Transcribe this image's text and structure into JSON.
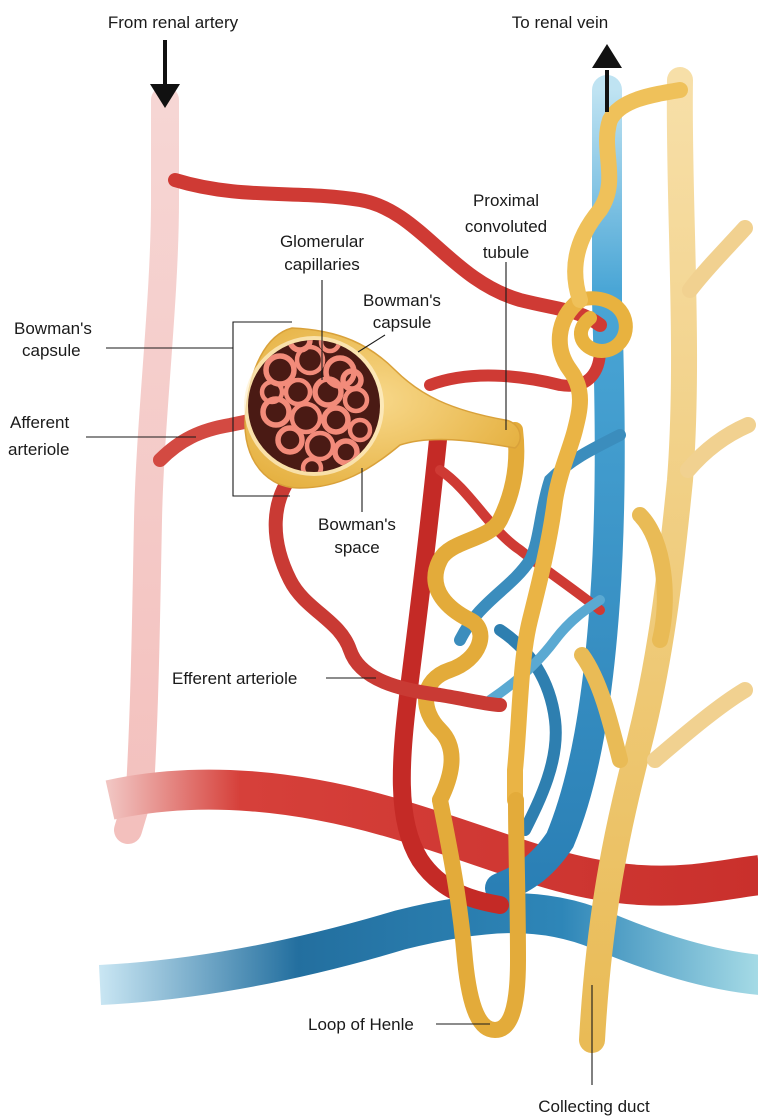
{
  "labels": {
    "renal_artery": "From renal artery",
    "renal_vein": "To renal vein",
    "pct_line1": "Proximal",
    "pct_line2": "convoluted",
    "pct_line3": "tubule",
    "glom_line1": "Glomerular",
    "glom_line2": "capillaries",
    "bc_right_line1": "Bowman's",
    "bc_right_line2": "capsule",
    "bc_left_line1": "Bowman's",
    "bc_left_line2": "capsule",
    "afferent_line1": "Afferent",
    "afferent_line2": "arteriole",
    "space_line1": "Bowman's",
    "space_line2": "space",
    "efferent": "Efferent arteriole",
    "henle": "Loop of Henle",
    "collecting": "Collecting duct"
  },
  "colors": {
    "artery": "#c9302c",
    "artery_light": "#f0a8a4",
    "vein": "#2a7fb5",
    "vein_light": "#7fc6e8",
    "tubule": "#e8b54a",
    "tubule_light": "#f7dc98",
    "glomerulus_bg": "#4a1a14",
    "glomerulus_loops": "#f28b7a"
  }
}
